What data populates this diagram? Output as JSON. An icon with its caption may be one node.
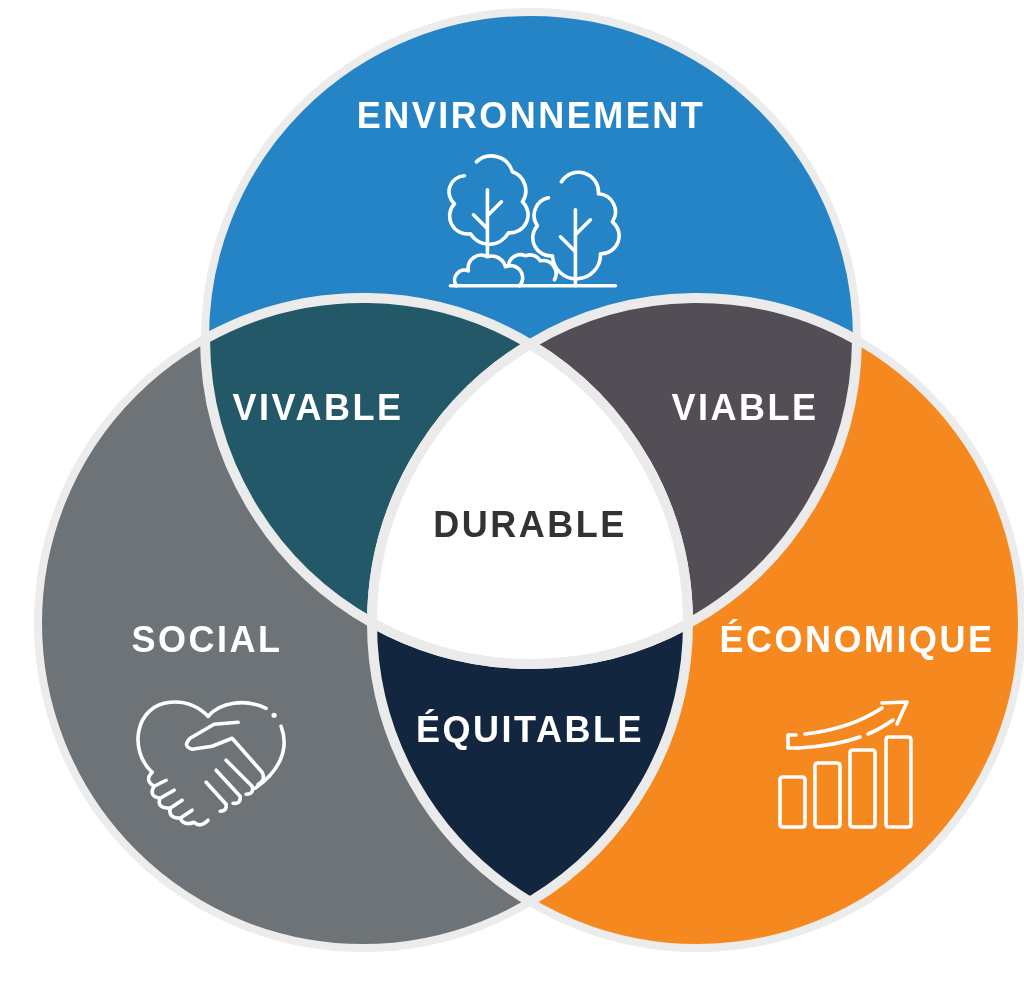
{
  "diagram": {
    "nodes": [
      {
        "text": [
          "ENVIRONNEMENT"
        ]
      },
      {
        "text": [
          "VIVABLE"
        ]
      },
      {
        "text": [
          "VIABLE"
        ]
      },
      {
        "text": [
          "DURABLE"
        ]
      },
      {
        "text": [
          "SOCIAL"
        ]
      },
      {
        "text": [
          "ÉCONOMIQUE"
        ]
      },
      {
        "text": [
          "ÉQUITABLE"
        ]
      }
    ]
  }
}
